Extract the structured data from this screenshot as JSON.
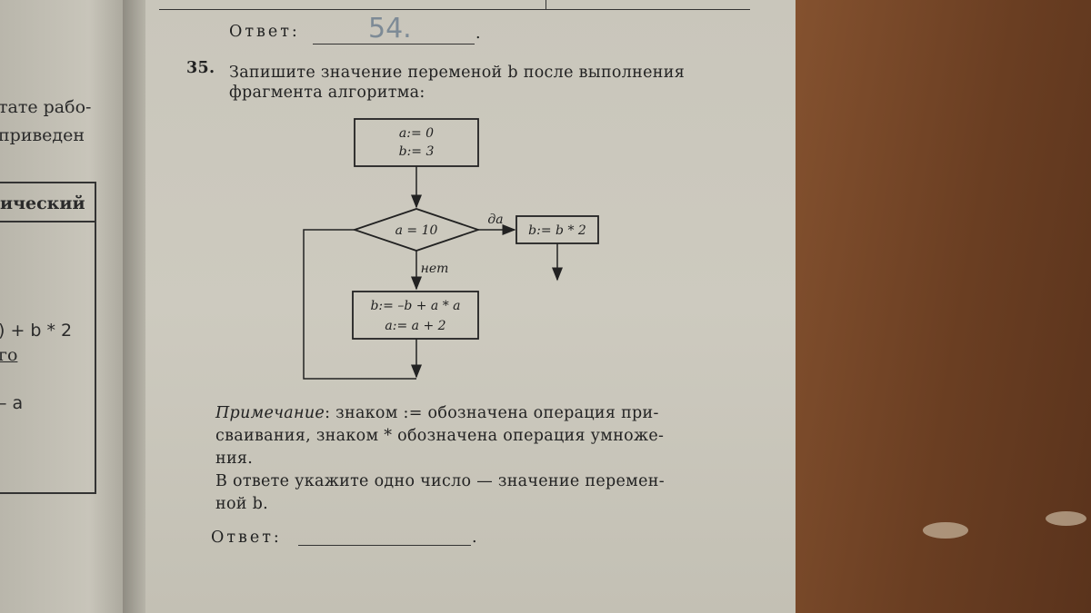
{
  "left_page": {
    "line1": "тате рабо-",
    "line2": "приведен",
    "table_header": "ический",
    "frag1": ") + b * 2",
    "frag2": "го",
    "frag3": "– a"
  },
  "prev_answer": {
    "label": "Ответ:",
    "handwritten": "54.",
    "dot": "."
  },
  "task": {
    "number": "35.",
    "line1": "Запишите значение переменой b после выполнения",
    "line2": "фрагмента алгоритма:"
  },
  "flowchart": {
    "init_a": "a:= 0",
    "init_b": "b:= 3",
    "condition": "a = 10",
    "yes": "да",
    "no": "нет",
    "yes_action": "b:= b * 2",
    "loop_b": "b:= –b + a * a",
    "loop_a": "a:= a + 2"
  },
  "note": {
    "label": "Примечание",
    "line1": ": знаком := обозначена операция при-",
    "line2": "сваивания, знаком * обозначена операция умноже-",
    "line3": "ния.",
    "line4": "В ответе укажите одно число — значение перемен-",
    "line5": "ной b."
  },
  "answer": {
    "label": "Ответ:",
    "dot": "."
  }
}
